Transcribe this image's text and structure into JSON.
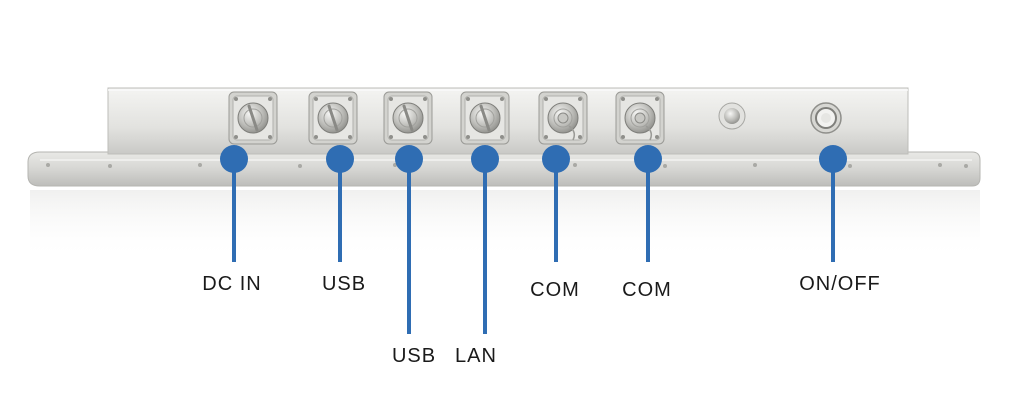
{
  "labels": {
    "dc_in": "DC IN",
    "usb_1": "USB",
    "usb_2": "USB",
    "lan": "LAN",
    "com_1": "COM",
    "com_2": "COM",
    "on_off": "ON/OFF"
  },
  "colors": {
    "callout": "#2f6db3",
    "panel_top": "#efefed",
    "panel_bottom": "#c9c9c6",
    "flange": "#dcdcd9",
    "text": "#1a1a1a"
  },
  "ports": [
    {
      "id": "dc_in",
      "icon": "circular-connector-icon"
    },
    {
      "id": "usb_1",
      "icon": "circular-connector-icon"
    },
    {
      "id": "usb_2",
      "icon": "circular-connector-icon"
    },
    {
      "id": "lan",
      "icon": "circular-connector-icon"
    },
    {
      "id": "com_1",
      "icon": "square-connector-icon"
    },
    {
      "id": "com_2",
      "icon": "square-connector-icon"
    },
    {
      "id": "indicator",
      "icon": "led-indicator-icon"
    },
    {
      "id": "on_off",
      "icon": "power-button-icon"
    }
  ]
}
